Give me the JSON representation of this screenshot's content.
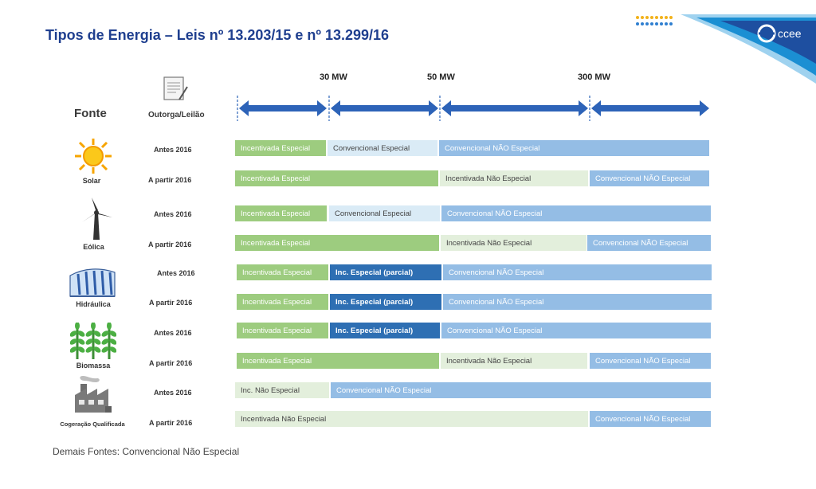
{
  "title": "Tipos de Energia – Leis nº 13.203/15 e nº 13.299/16",
  "logo_text": "ccee",
  "headers": {
    "fonte": "Fonte",
    "outorga": "Outorga/Leilão"
  },
  "thresholds": [
    "30 MW",
    "50 MW",
    "300 MW"
  ],
  "sources": [
    {
      "label": "Solar",
      "icon": "sun-icon",
      "rows": [
        {
          "period": "Antes 2016",
          "segments": [
            {
              "text": "Incentivada Especial",
              "style": "green"
            },
            {
              "text": "Convencional Especial",
              "style": "light"
            },
            {
              "text": "Convencional NÃO Especial",
              "style": "blue"
            }
          ]
        },
        {
          "period": "A partir 2016",
          "segments": [
            {
              "text": "Incentivada Especial",
              "style": "green"
            },
            {
              "text": "Incentivada Não Especial",
              "style": "pale"
            },
            {
              "text": "Convencional NÃO Especial",
              "style": "blue"
            }
          ]
        }
      ]
    },
    {
      "label": "Eólica",
      "icon": "wind-turbine-icon",
      "rows": [
        {
          "period": "Antes 2016",
          "segments": [
            {
              "text": "Incentivada Especial",
              "style": "green"
            },
            {
              "text": "Convencional Especial",
              "style": "light"
            },
            {
              "text": "Convencional NÃO Especial",
              "style": "blue"
            }
          ]
        },
        {
          "period": "A partir 2016",
          "segments": [
            {
              "text": "Incentivada Especial",
              "style": "green"
            },
            {
              "text": "Incentivada Não Especial",
              "style": "pale"
            },
            {
              "text": "Convencional NÃO Especial",
              "style": "blue"
            }
          ]
        }
      ]
    },
    {
      "label": "Hidráulica",
      "icon": "dam-icon",
      "rows": [
        {
          "period": "Antes 2016",
          "segments": [
            {
              "text": "Incentivada Especial",
              "style": "green"
            },
            {
              "text": "Inc. Especial (parcial)",
              "style": "dark"
            },
            {
              "text": "Convencional NÃO Especial",
              "style": "blue"
            }
          ]
        },
        {
          "period": "A partir 2016",
          "segments": [
            {
              "text": "Incentivada Especial",
              "style": "green"
            },
            {
              "text": "Inc. Especial (parcial)",
              "style": "dark"
            },
            {
              "text": "Convencional NÃO Especial",
              "style": "blue"
            }
          ]
        }
      ]
    },
    {
      "label": "Biomassa",
      "icon": "plants-icon",
      "rows": [
        {
          "period": "Antes 2016",
          "segments": [
            {
              "text": "Incentivada Especial",
              "style": "green"
            },
            {
              "text": "Inc. Especial (parcial)",
              "style": "dark"
            },
            {
              "text": "Convencional NÃO Especial",
              "style": "blue"
            }
          ]
        },
        {
          "period": "A partir 2016",
          "segments": [
            {
              "text": "Incentivada Especial",
              "style": "green"
            },
            {
              "text": "Incentivada Não Especial",
              "style": "pale"
            },
            {
              "text": "Convencional NÃO Especial",
              "style": "blue"
            }
          ]
        }
      ]
    },
    {
      "label": "Cogeração Qualificada",
      "icon": "factory-icon",
      "rows": [
        {
          "period": "Antes 2016",
          "segments": [
            {
              "text": "Inc. Não Especial",
              "style": "pale"
            },
            {
              "text": "Convencional NÃO Especial",
              "style": "blue"
            }
          ]
        },
        {
          "period": "A partir 2016",
          "segments": [
            {
              "text": "Incentivada Não Especial",
              "style": "pale"
            },
            {
              "text": "Convencional NÃO Especial",
              "style": "blue"
            }
          ]
        }
      ]
    }
  ],
  "footer": "Demais Fontes: Convencional Não Especial",
  "colors": {
    "green": "#9dcc7f",
    "light": "#daebf6",
    "blue": "#94bde5",
    "dark": "#2e6fb3",
    "pale": "#e3efdc",
    "arrow": "#2d63b8",
    "title": "#1f3f8f"
  }
}
